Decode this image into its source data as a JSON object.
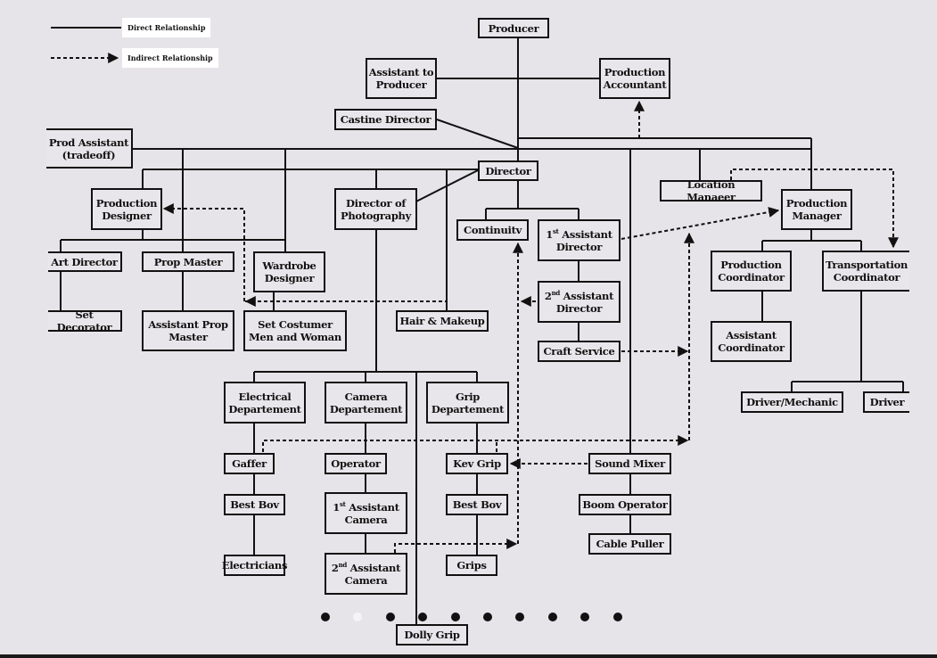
{
  "legend": {
    "direct_label": "Direct Relationship",
    "indirect_label": "Indirect Relationship"
  },
  "nodes": {
    "producer": "Producer",
    "assistant_to_producer": "Assistant to Producer",
    "production_accountant": "Production Accountant",
    "casting_director": "Castine Director",
    "prod_assistant": "Prod Assistant (tradeoff)",
    "director": "Director",
    "location_manager": "Location Manaeer",
    "production_manager": "Production Manager",
    "production_designer": "Production Designer",
    "director_of_photography": "Director of Photography",
    "continuity": "Continuitv",
    "first_ad": "1st Assistant Director",
    "art_director": "Art Director",
    "prop_master": "Prop Master",
    "wardrobe_designer": "Wardrobe Designer",
    "set_decorator": "Set Decorator",
    "assistant_prop_master": "Assistant Prop Master",
    "set_costumer": "Set Costumer Men and Woman",
    "hair_makeup": "Hair & Makeup",
    "second_ad": "2nd Assistant Director",
    "craft_service": "Craft Service",
    "production_coordinator": "Production Coordinator",
    "transportation_coordinator": "Transportation Coordinator",
    "assistant_coordinator": "Assistant Coordinator",
    "driver_mechanic": "Driver/Mechanic",
    "driver": "Driver",
    "electrical_department": "Electrical Departement",
    "camera_department": "Camera Departement",
    "grip_department": "Grip Departement",
    "gaffer": "Gaffer",
    "operator": "Operator",
    "key_grip": "Kev Grip",
    "sound_mixer": "Sound Mixer",
    "best_boy_electric": "Best Bov",
    "first_ac": "1st Assistant Camera",
    "best_boy_grip": "Best Bov",
    "boom_operator": "Boom Operator",
    "cable_puller": "Cable Puller",
    "electricians": "Electricians",
    "second_ac": "2nd Assistant Camera",
    "grips": "Grips",
    "dolly_grip": "Dolly Grip"
  },
  "pagination": {
    "total": 10,
    "active_index": 1
  },
  "colors": {
    "background": "#e6e4e8",
    "line": "#111111",
    "active_dot": "#f4f4f6"
  }
}
